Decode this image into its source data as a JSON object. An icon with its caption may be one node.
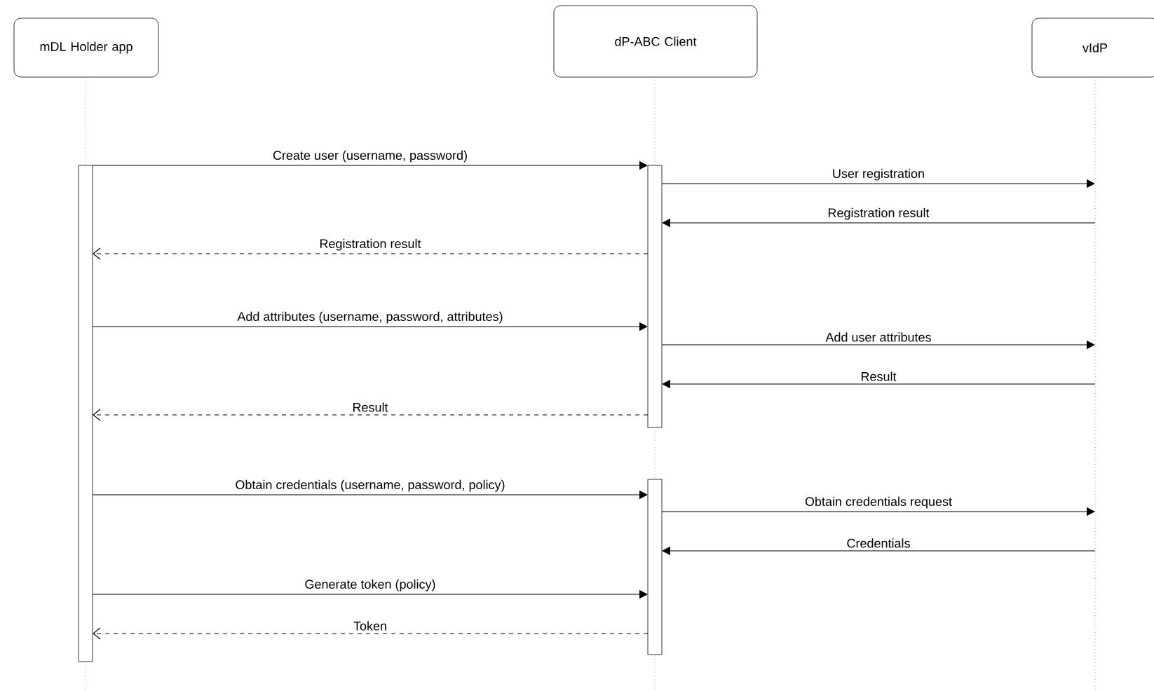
{
  "diagram": {
    "nodes": [
      {
        "text": [
          "mDL Holder app"
        ]
      },
      {
        "text": [
          "dP-ABC Client"
        ]
      },
      {
        "text": [
          "vIdP"
        ]
      },
      {
        "text": [],
        "shape": "bar"
      },
      {
        "text": [],
        "shape": "bar"
      },
      {
        "text": [],
        "shape": "bar"
      },
      {
        "text": [],
        "shape": "line"
      }
    ],
    "edges": [
      {
        "from": 3,
        "to": 4,
        "arrow": "to",
        "label": "Create user (username, password)"
      },
      {
        "from": 4,
        "to": 6,
        "arrow": "to",
        "label": "User registration"
      },
      {
        "from": 6,
        "to": 4,
        "arrow": "to",
        "label": "Registration result"
      },
      {
        "from": 4,
        "to": 3,
        "arrow": "to",
        "label": "Registration result",
        "style": "dashed"
      },
      {
        "from": 3,
        "to": 4,
        "arrow": "to",
        "label": "Add attributes (username, password, attributes)"
      },
      {
        "from": 4,
        "to": 6,
        "arrow": "to",
        "label": "Add user attributes"
      },
      {
        "from": 6,
        "to": 4,
        "arrow": "to",
        "label": "Result"
      },
      {
        "from": 4,
        "to": 3,
        "arrow": "to",
        "label": "Result",
        "style": "dashed"
      },
      {
        "from": 3,
        "to": 5,
        "arrow": "to",
        "label": "Obtain credentials (username, password, policy)"
      },
      {
        "from": 5,
        "to": 6,
        "arrow": "to",
        "label": "Obtain credentials request"
      },
      {
        "from": 6,
        "to": 5,
        "arrow": "to",
        "label": "Credentials"
      },
      {
        "from": 3,
        "to": 5,
        "arrow": "to",
        "label": "Generate token (policy)"
      },
      {
        "from": 5,
        "to": 3,
        "arrow": "to",
        "label": "Token",
        "style": "dashed"
      }
    ]
  }
}
